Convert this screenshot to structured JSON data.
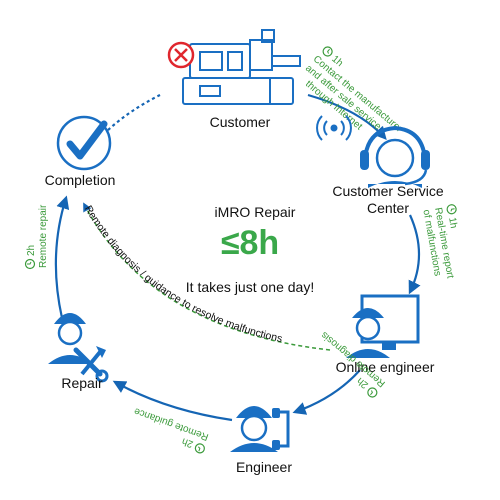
{
  "colors": {
    "accent_blue": "#1565b4",
    "icon_blue": "#1a6fc3",
    "green": "#3b9a3b",
    "big_green": "#3aa84a",
    "error_red": "#e0262d"
  },
  "nodes": {
    "customer": {
      "label": "Customer",
      "icon": "injection-machine-icon"
    },
    "service_center": {
      "label_line1": "Customer Service",
      "label_line2": "Center",
      "icon": "headset-agent-icon"
    },
    "online_engineer": {
      "label": "Online engineer",
      "icon": "engineer-computer-icon"
    },
    "engineer": {
      "label": "Engineer",
      "icon": "engineer-phone-icon"
    },
    "repair": {
      "label": "Repair",
      "icon": "engineer-tools-icon"
    },
    "completion": {
      "label": "Completion",
      "icon": "checkmark-icon"
    }
  },
  "steps": {
    "contact": {
      "time": "1h",
      "line1": "Contact the manufacturer",
      "line2": "and after sale service",
      "line3": "through Internet"
    },
    "report": {
      "time": "1h",
      "line1": "Real-time report",
      "line2": "of malfunctions"
    },
    "diagnosis": {
      "time": "2h",
      "text": "Remote diagnosis"
    },
    "guidance": {
      "time": "2h",
      "text": "Remote guidance"
    },
    "repair_step": {
      "time": "2h",
      "text": "Remote repair"
    }
  },
  "dashed_path_label": "Remote diagnosis / guidance to resolve malfunctions",
  "center": {
    "title": "iMRO Repair",
    "big": "≤8h",
    "subtitle": "It takes just one day!"
  }
}
